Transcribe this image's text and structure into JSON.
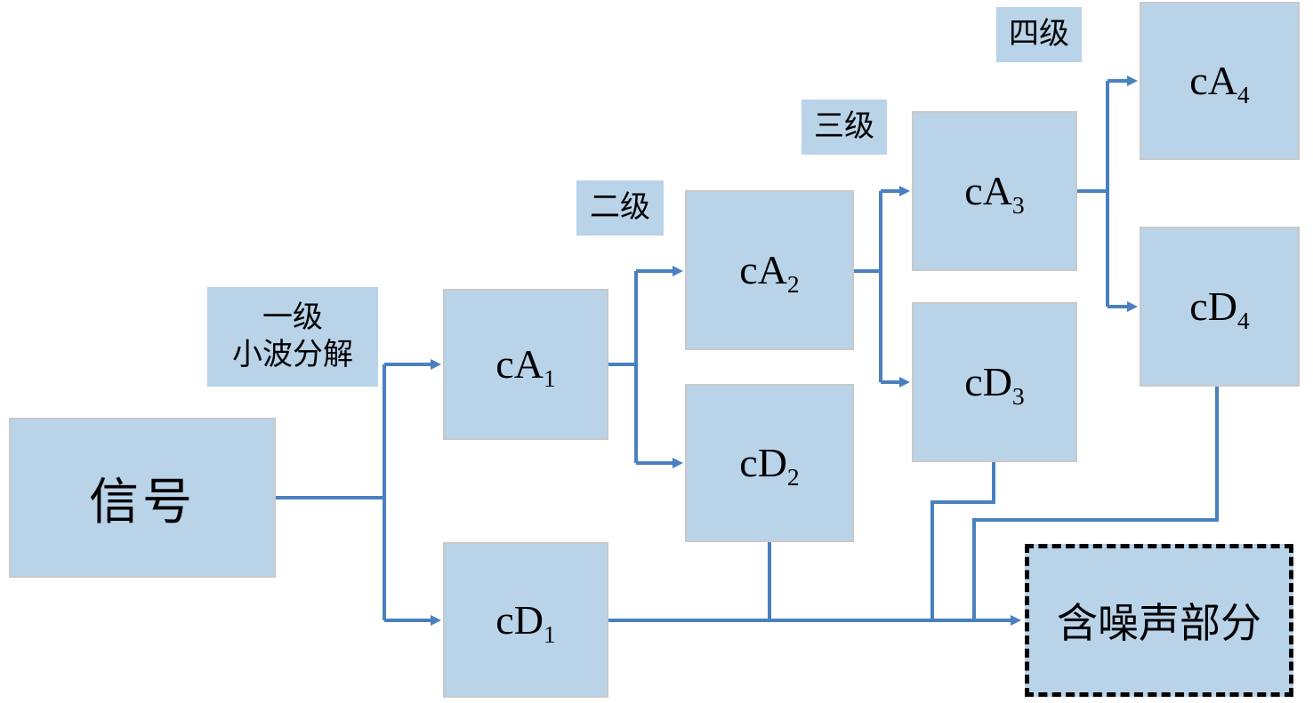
{
  "diagram": {
    "title": "wavelet-decomposition-flow",
    "colors": {
      "box_fill": "#b9d3e9",
      "line": "#4a80c0",
      "noise_border": "#000000"
    },
    "nodes": {
      "signal": {
        "label": "信号"
      },
      "ca1": {
        "base": "cA",
        "sub": "1"
      },
      "cd1": {
        "base": "cD",
        "sub": "1"
      },
      "ca2": {
        "base": "cA",
        "sub": "2"
      },
      "cd2": {
        "base": "cD",
        "sub": "2"
      },
      "ca3": {
        "base": "cA",
        "sub": "3"
      },
      "cd3": {
        "base": "cD",
        "sub": "3"
      },
      "ca4": {
        "base": "cA",
        "sub": "4"
      },
      "cd4": {
        "base": "cD",
        "sub": "4"
      },
      "noise": {
        "label": "含噪声部分"
      }
    },
    "labels": {
      "level1_line1": "一级",
      "level1_line2": "小波分解",
      "level2": "二级",
      "level3": "三级",
      "level4": "四级"
    }
  }
}
